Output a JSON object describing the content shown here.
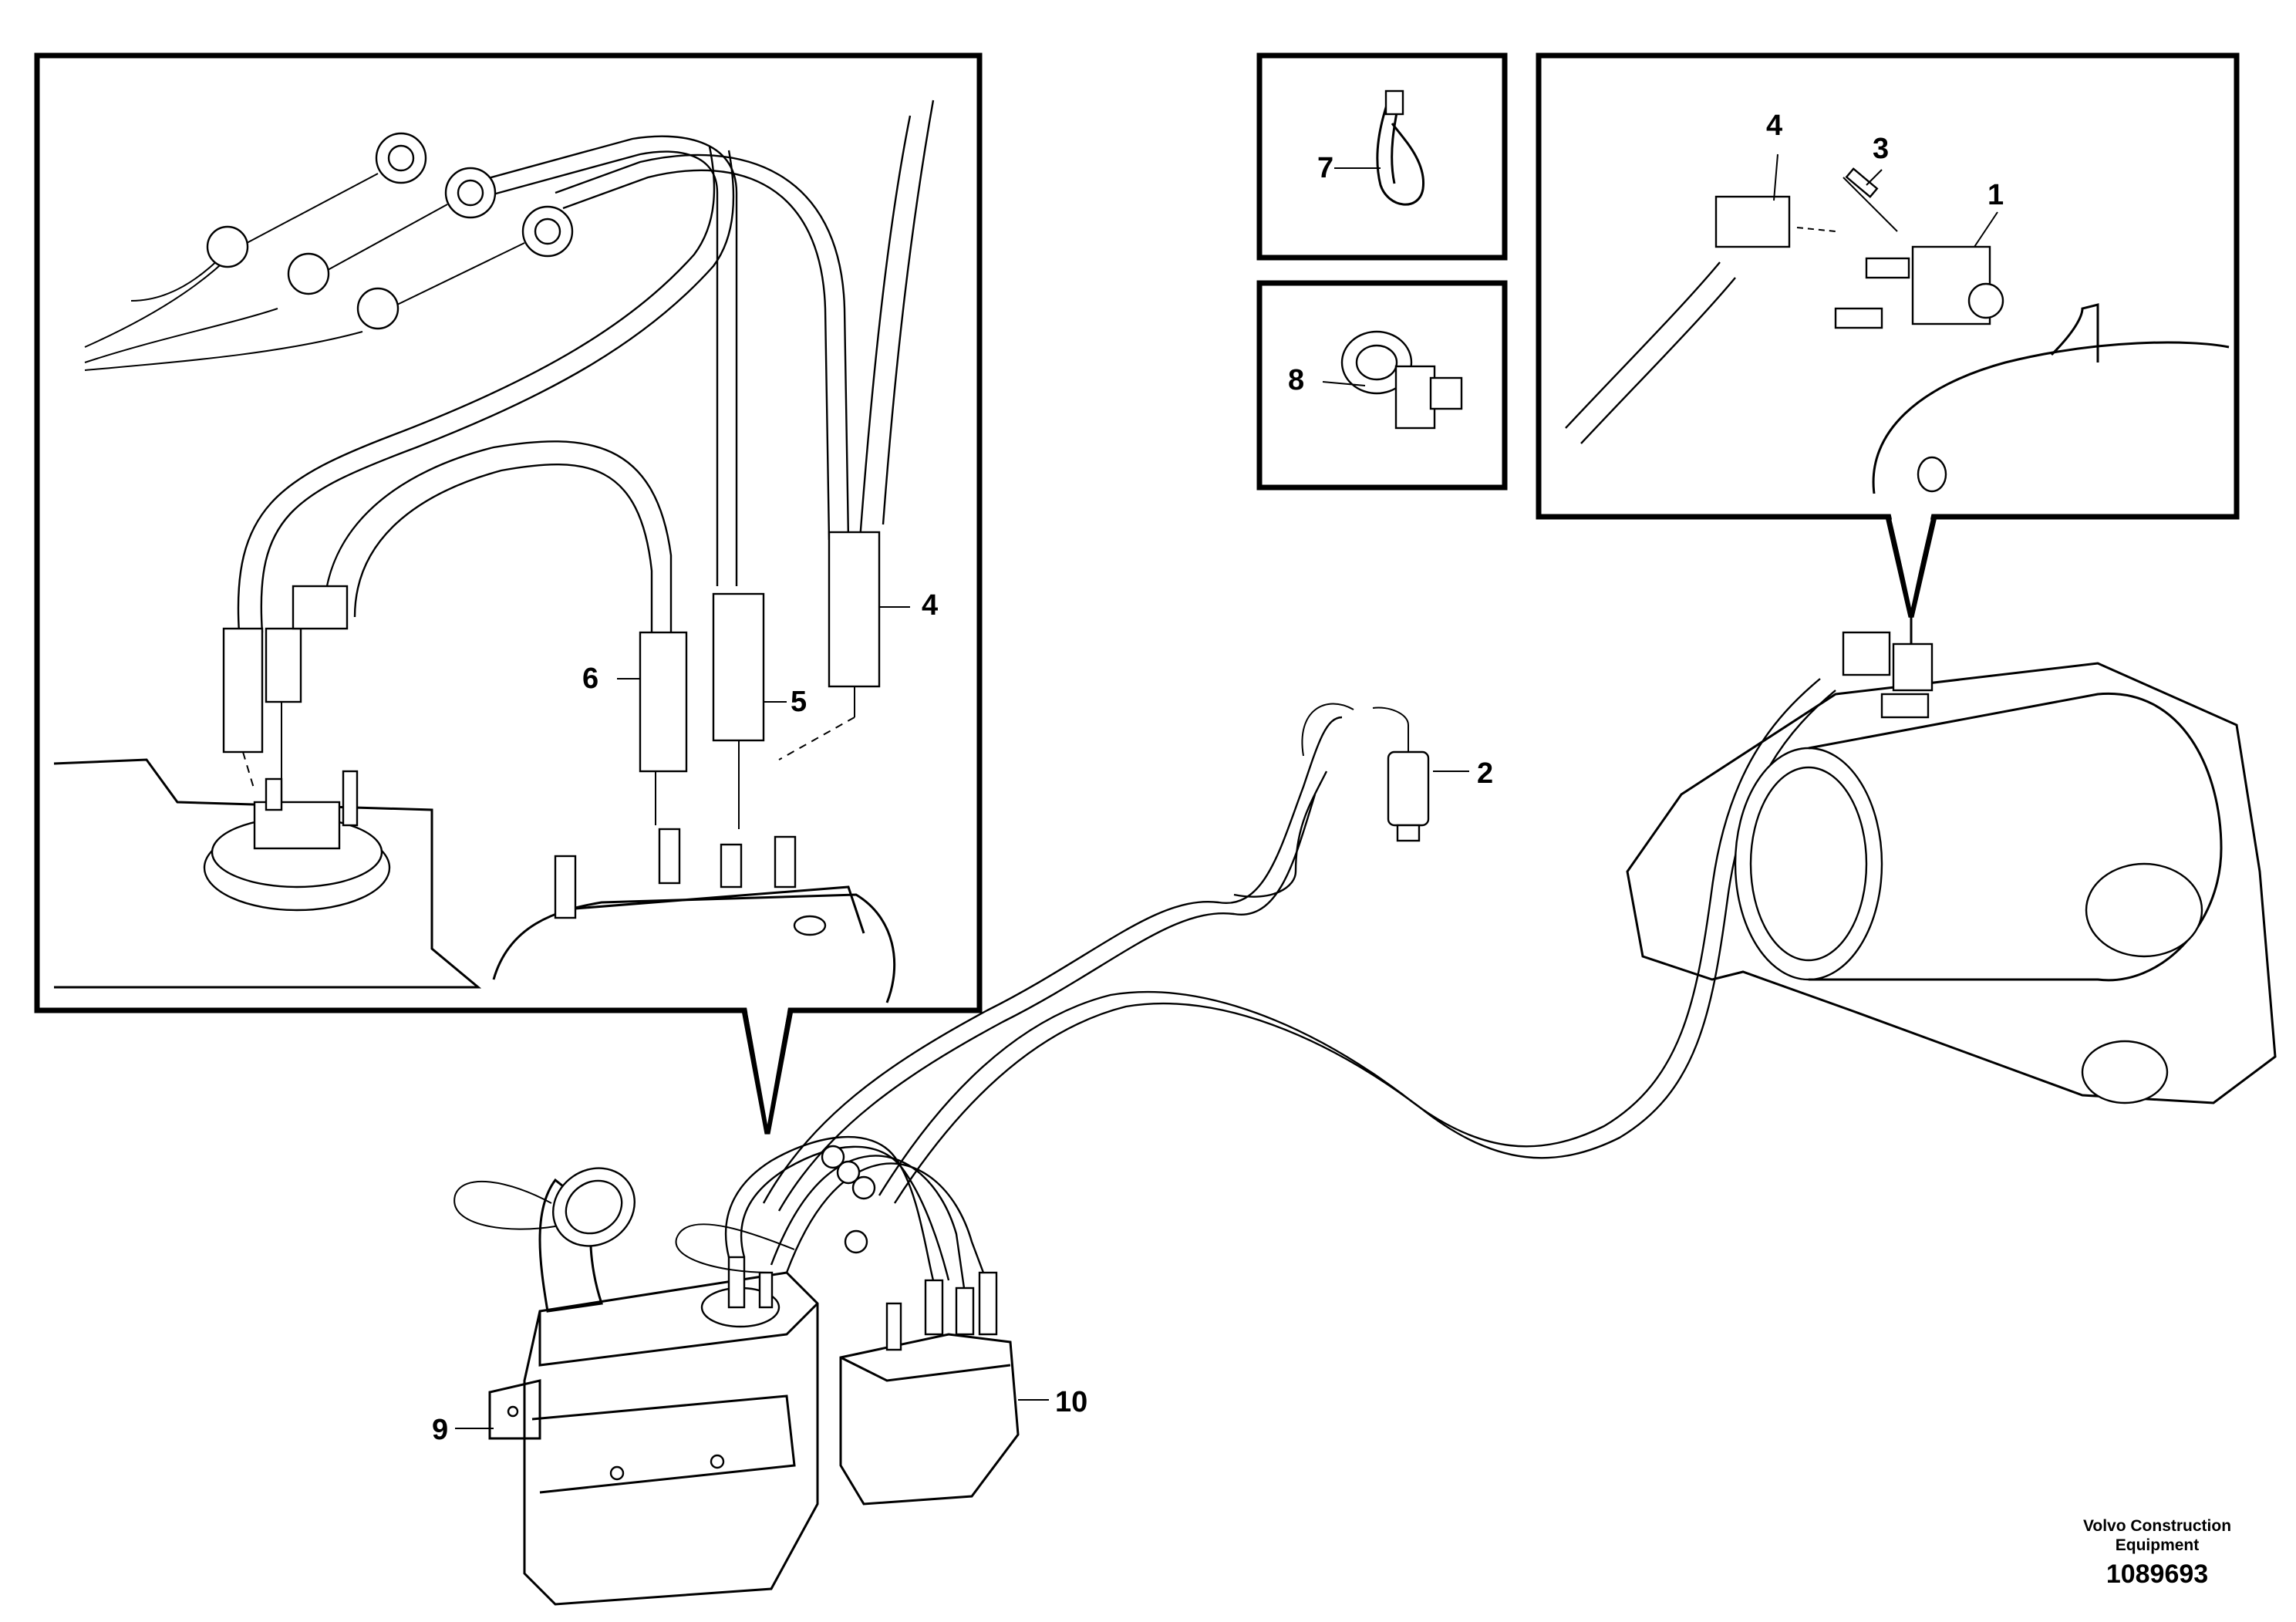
{
  "callouts": [
    {
      "id": "1",
      "label": "1"
    },
    {
      "id": "2",
      "label": "2"
    },
    {
      "id": "3",
      "label": "3"
    },
    {
      "id": "4",
      "label": "4"
    },
    {
      "id": "4b",
      "label": "4"
    },
    {
      "id": "5",
      "label": "5"
    },
    {
      "id": "6",
      "label": "6"
    },
    {
      "id": "7",
      "label": "7"
    },
    {
      "id": "8",
      "label": "8"
    },
    {
      "id": "9",
      "label": "9"
    },
    {
      "id": "10",
      "label": "10"
    }
  ],
  "footer": {
    "company_line1": "Volvo Construction",
    "company_line2": "Equipment",
    "document_number": "1089693"
  }
}
